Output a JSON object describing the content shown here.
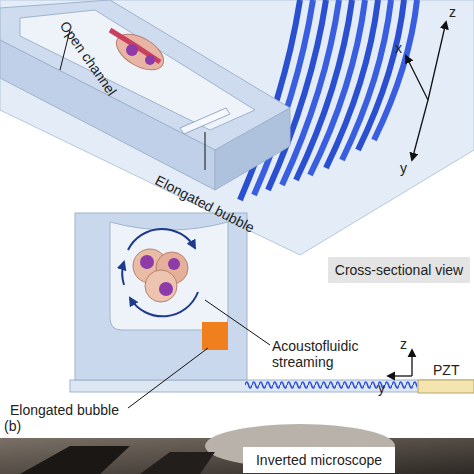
{
  "diagram": {
    "nodes": [
      {
        "text": [
          "Cross-sectional view"
        ]
      },
      {
        "text": [
          "Inverted microscope"
        ]
      }
    ],
    "labels": [
      "Open channel",
      "Elongated bubble",
      "x",
      "z",
      "y",
      "Acoustofluidic streaming",
      "Elongated bubble",
      "z",
      "y",
      "PZT",
      "(b)"
    ]
  }
}
